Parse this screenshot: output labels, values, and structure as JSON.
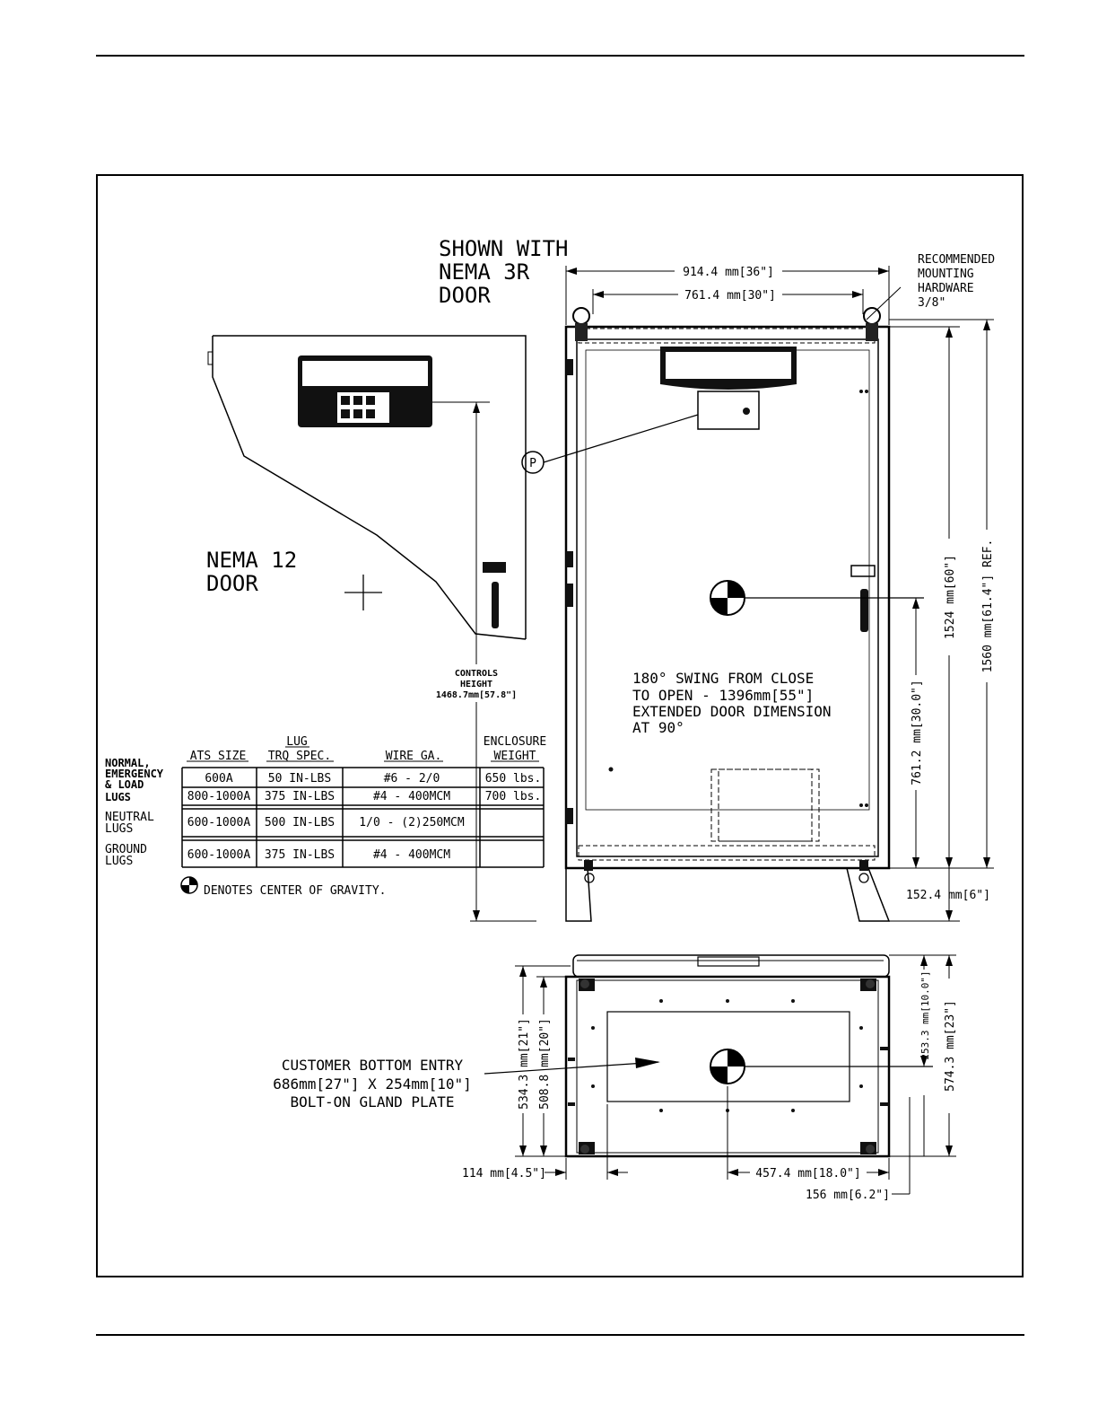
{
  "drawing": {
    "nema3r_label": [
      "SHOWN WITH",
      "NEMA 3R",
      "DOOR"
    ],
    "nema12_label": [
      "NEMA 12",
      "DOOR"
    ],
    "mounting_hardware_label": [
      "RECOMMENDED",
      "MOUNTING",
      "HARDWARE",
      "3/8\""
    ],
    "controls_height_label": [
      "CONTROLS",
      "HEIGHT",
      "1468.7mm[57.8\"]"
    ],
    "swing_note": [
      "180° SWING FROM CLOSE",
      "TO OPEN - 1396mm[55\"]",
      "EXTENDED DOOR DIMENSION",
      "AT 90°"
    ],
    "bottom_entry_note": [
      "CUSTOMER BOTTOM ENTRY",
      "686mm[27\"] X 254mm[10\"]",
      "BOLT-ON GLAND PLATE"
    ],
    "callout_p": "P",
    "cog_legend": "DENOTES CENTER OF GRAVITY.",
    "dimensions": {
      "width_outer": "914.4 mm[36\"]",
      "width_inner": "761.4 mm[30\"]",
      "height_1524": "1524 mm[60\"]",
      "height_1560": "1560 mm[61.4\"] REF.",
      "height_761": "761.2 mm[30.0\"]",
      "leg_height": "152.4 mm[6\"]",
      "depth_534": "534.3 mm[21\"]",
      "depth_508": "508.8 mm[20\"]",
      "depth_253": "253.3 mm[10.0\"]",
      "depth_574": "574.3 mm[23\"]",
      "width_114": "114 mm[4.5\"]",
      "width_457": "457.4 mm[18.0\"]",
      "width_156": "156 mm[6.2\"]"
    }
  },
  "table": {
    "headers": {
      "ats_size": "ATS SIZE",
      "lug_top": "LUG",
      "lug_bottom": "TRQ SPEC.",
      "wire": "WIRE GA.",
      "enc_top": "ENCLOSURE",
      "enc_bottom": "WEIGHT"
    },
    "groups": {
      "normal": [
        "NORMAL,",
        "EMERGENCY",
        "& LOAD",
        "LUGS"
      ],
      "neutral": [
        "NEUTRAL",
        "LUGS"
      ],
      "ground": [
        "GROUND",
        "LUGS"
      ]
    },
    "rows": [
      {
        "ats": "600A",
        "trq": "50 IN-LBS",
        "wire": "#6 - 2/0",
        "weight": "650 lbs."
      },
      {
        "ats": "800-1000A",
        "trq": "375 IN-LBS",
        "wire": "#4 - 400MCM",
        "weight": "700 lbs."
      },
      {
        "ats": "600-1000A",
        "trq": "500 IN-LBS",
        "wire": "1/0 - (2)250MCM",
        "weight": ""
      },
      {
        "ats": "600-1000A",
        "trq": "375 IN-LBS",
        "wire": "#4 - 400MCM",
        "weight": ""
      }
    ]
  }
}
